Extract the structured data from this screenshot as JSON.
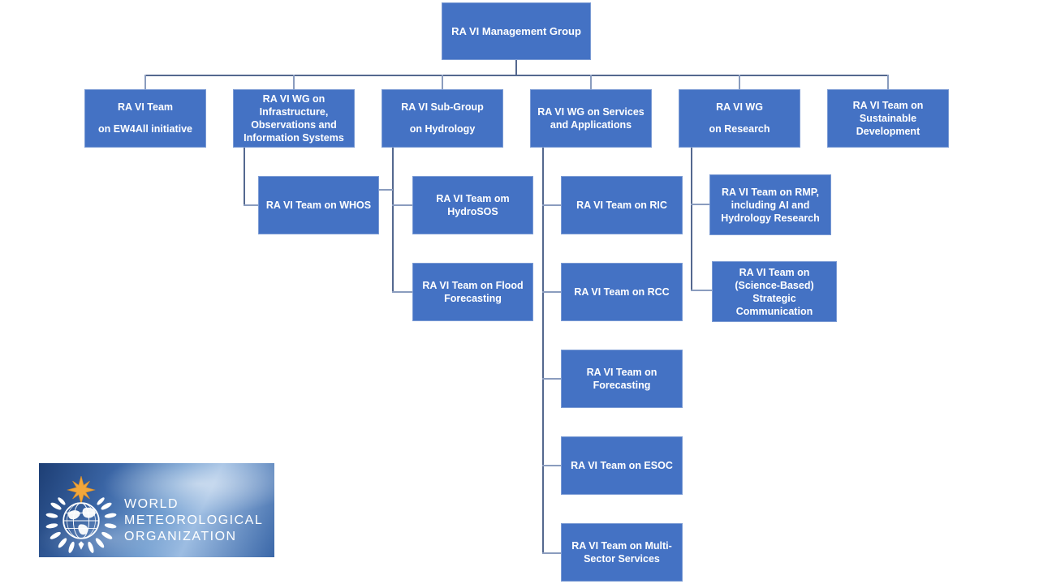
{
  "org": {
    "nodes": [
      {
        "id": "management-group",
        "text": "RA VI Management Group"
      },
      {
        "id": "team-ew4all",
        "text": "RA VI Team\non EW4All initiative"
      },
      {
        "id": "wg-infrastructure",
        "text": "RA VI WG on\nInfrastructure,\nObservations and\nInformation Systems"
      },
      {
        "id": "subgroup-hydrology",
        "text": "RA VI Sub-Group\non Hydrology"
      },
      {
        "id": "wg-services",
        "text": "RA VI WG on Services\nand Applications"
      },
      {
        "id": "wg-research",
        "text": "RA VI WG\non Research"
      },
      {
        "id": "team-sustainable",
        "text": "RA VI Team on\nSustainable\nDevelopment"
      },
      {
        "id": "team-whos",
        "text": "RA VI Team on WHOS"
      },
      {
        "id": "team-hydrosos",
        "text": "RA VI Team om\nHydroSOS"
      },
      {
        "id": "team-flood",
        "text": "RA VI Team on Flood\nForecasting"
      },
      {
        "id": "team-ric",
        "text": "RA VI Team on RIC"
      },
      {
        "id": "team-rcc",
        "text": "RA VI Team on RCC"
      },
      {
        "id": "team-forecasting",
        "text": "RA VI Team on\nForecasting"
      },
      {
        "id": "team-esoc",
        "text": "RA VI Team on ESOC"
      },
      {
        "id": "team-multisector",
        "text": "RA VI Team on Multi-\nSector Services"
      },
      {
        "id": "team-rmp",
        "text": "RA VI Team on RMP,\nincluding AI and\nHydrology Research"
      },
      {
        "id": "team-stratcomm",
        "text": "RA VI Team on\n(Science-Based)\nStrategic\nCommunication"
      }
    ]
  },
  "logo": {
    "org_name": "WORLD\nMETEOROLOGICAL\nORGANIZATION"
  },
  "colors": {
    "node_fill": "#4472C4",
    "node_text": "#FFFFFF",
    "connector_dark": "#54688F",
    "connector_light": "#8A9CBE",
    "logo_star_gold": "#F2A73B"
  }
}
